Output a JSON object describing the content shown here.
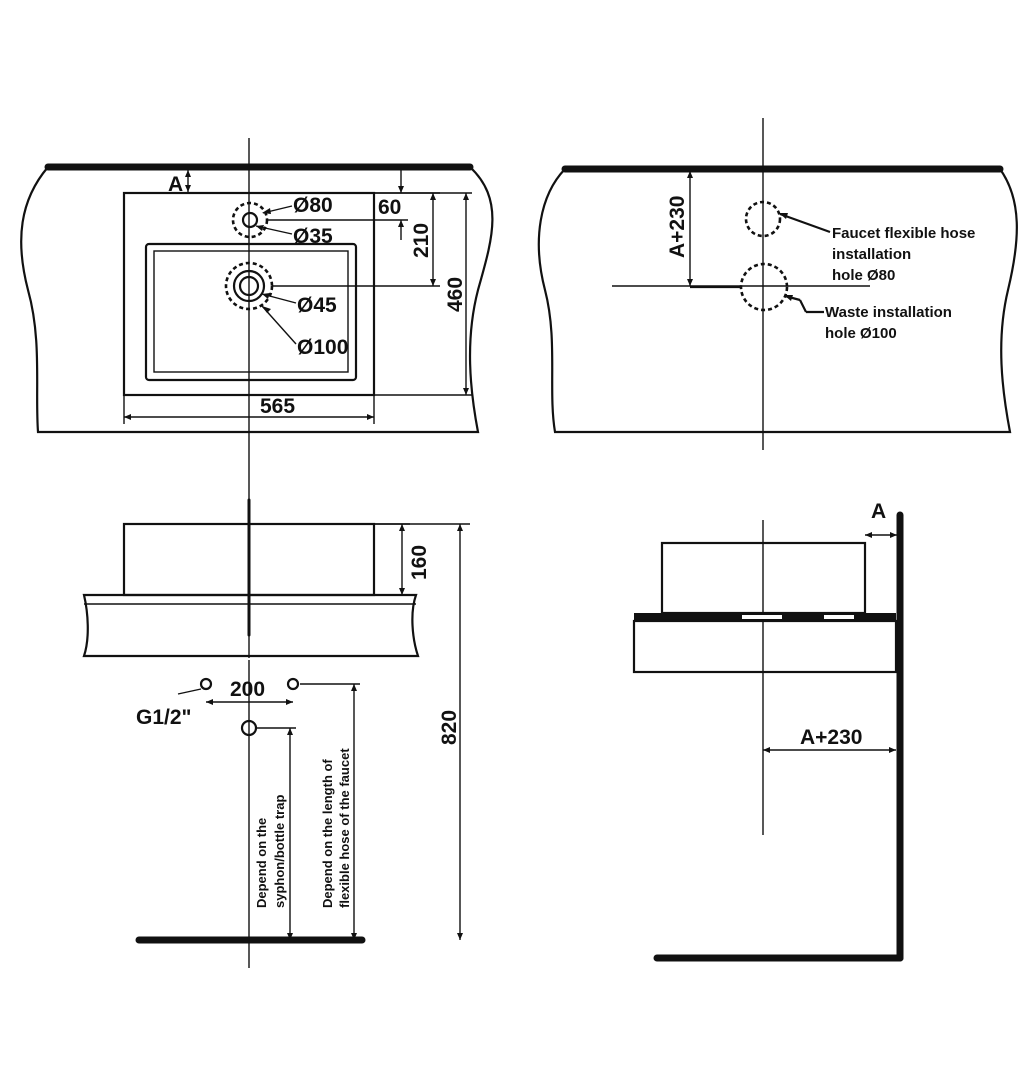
{
  "top_view": {
    "dim_a": "A",
    "dim_faucet_hole": "Ø80",
    "dim_faucet_inner": "Ø35",
    "dim_60": "60",
    "dim_210": "210",
    "dim_460": "460",
    "dim_waste_inner": "Ø45",
    "dim_waste_outer": "Ø100",
    "dim_565": "565"
  },
  "wall_view": {
    "dim_a_plus_230": "A+230",
    "faucet_label_1": "Faucet flexible hose",
    "faucet_label_2": "installation",
    "faucet_label_3": "hole Ø80",
    "waste_label_1": "Waste installation",
    "waste_label_2": "hole Ø100"
  },
  "front_view": {
    "dim_160": "160",
    "dim_200": "200",
    "thread": "G1/2\"",
    "dim_820": "820",
    "syphon_label_1": "Depend on the",
    "syphon_label_2": "syphon/bottle trap",
    "hose_label_1": "Depend on the length of",
    "hose_label_2": "flexible hose of the faucet"
  },
  "side_view": {
    "dim_a": "A",
    "dim_a_plus_230": "A+230"
  }
}
